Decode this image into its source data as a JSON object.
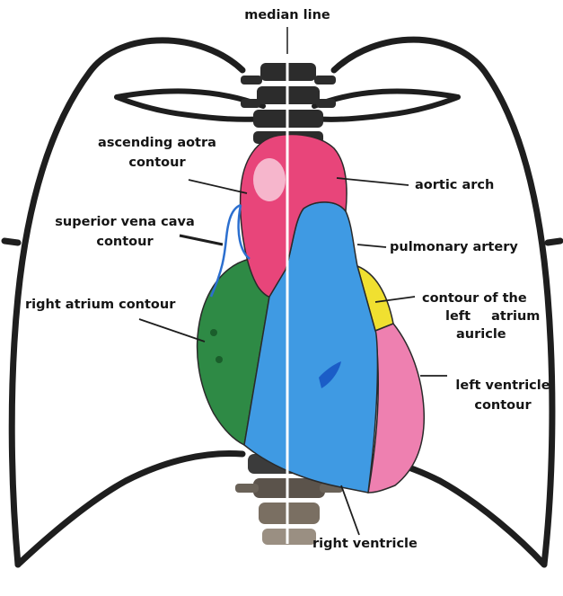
{
  "labels": {
    "median_line": "median line",
    "ascending_aorta_1": "ascending aotra",
    "ascending_aorta_2": "contour",
    "aortic_arch": "aortic arch",
    "svc_1": "superior vena cava",
    "svc_2": "contour",
    "pulmonary_artery": "pulmonary artery",
    "right_atrium": "right atrium contour",
    "left_atrium_1": "contour of the",
    "left_atrium_2": "left",
    "left_atrium_3": "atrium",
    "left_atrium_4": "auricle",
    "left_ventricle_1": "left ventricle",
    "left_ventricle_2": "contour",
    "right_ventricle": "right ventricle"
  },
  "colors": {
    "aorta": "#e8457a",
    "pulmonary": "#3a8ee0",
    "right_atrium": "#2e8a45",
    "left_atrium": "#f0e030",
    "left_ventricle": "#ee80b0",
    "right_ventricle": "#3f9ae3",
    "svc": "#2c6fcf",
    "bone": "#3a3a3a",
    "outline": "#222222"
  }
}
